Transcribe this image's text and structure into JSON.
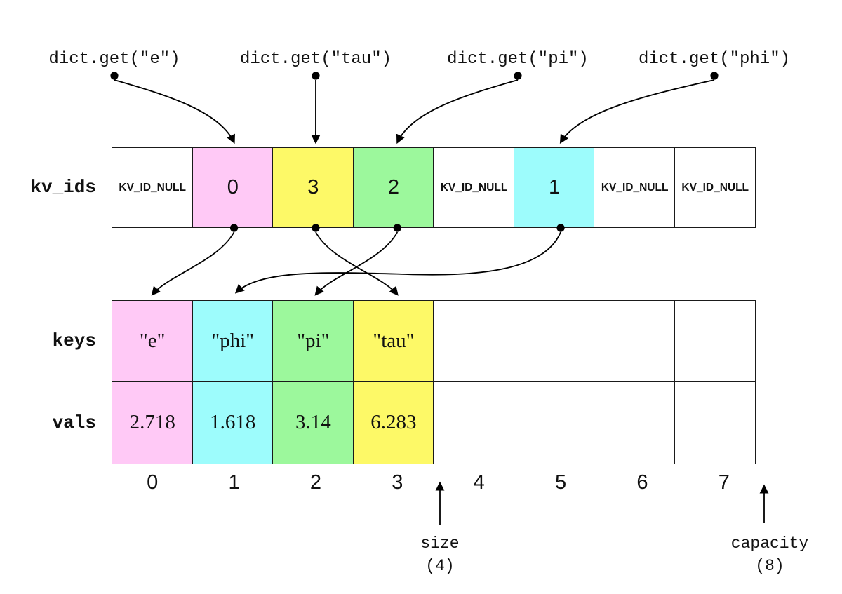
{
  "diagram": {
    "title_hint": "hash table open-addressing dictionary diagram",
    "colors": {
      "pink": "#ffc9f6",
      "cyan": "#9dfcfc",
      "green": "#9cf89c",
      "yellow": "#fdf967",
      "white": "#ffffff",
      "line": "#000000"
    },
    "queries": [
      {
        "label": "dict.get(\"e\")",
        "target_kv_index": 1
      },
      {
        "label": "dict.get(\"tau\")",
        "target_kv_index": 2
      },
      {
        "label": "dict.get(\"pi\")",
        "target_kv_index": 3
      },
      {
        "label": "dict.get(\"phi\")",
        "target_kv_index": 5
      }
    ],
    "kv_ids": {
      "label": "kv_ids",
      "cells": [
        {
          "value": "KV_ID_NULL",
          "color": "white"
        },
        {
          "value": "0",
          "color": "pink"
        },
        {
          "value": "3",
          "color": "yellow"
        },
        {
          "value": "2",
          "color": "green"
        },
        {
          "value": "KV_ID_NULL",
          "color": "white"
        },
        {
          "value": "1",
          "color": "cyan"
        },
        {
          "value": "KV_ID_NULL",
          "color": "white"
        },
        {
          "value": "KV_ID_NULL",
          "color": "white"
        }
      ]
    },
    "links": [
      {
        "from_kv_index": 1,
        "to_slot": 0
      },
      {
        "from_kv_index": 2,
        "to_slot": 3
      },
      {
        "from_kv_index": 3,
        "to_slot": 2
      },
      {
        "from_kv_index": 5,
        "to_slot": 1
      }
    ],
    "keys": {
      "label": "keys",
      "cells": [
        {
          "value": "\"e\"",
          "color": "pink"
        },
        {
          "value": "\"phi\"",
          "color": "cyan"
        },
        {
          "value": "\"pi\"",
          "color": "green"
        },
        {
          "value": "\"tau\"",
          "color": "yellow"
        },
        {
          "value": "",
          "color": "white"
        },
        {
          "value": "",
          "color": "white"
        },
        {
          "value": "",
          "color": "white"
        },
        {
          "value": "",
          "color": "white"
        }
      ]
    },
    "vals": {
      "label": "vals",
      "cells": [
        {
          "value": "2.718",
          "color": "pink"
        },
        {
          "value": "1.618",
          "color": "cyan"
        },
        {
          "value": "3.14",
          "color": "green"
        },
        {
          "value": "6.283",
          "color": "yellow"
        },
        {
          "value": "",
          "color": "white"
        },
        {
          "value": "",
          "color": "white"
        },
        {
          "value": "",
          "color": "white"
        },
        {
          "value": "",
          "color": "white"
        }
      ]
    },
    "indices": [
      "0",
      "1",
      "2",
      "3",
      "4",
      "5",
      "6",
      "7"
    ],
    "size_marker": {
      "label": "size",
      "value": "(4)",
      "at_boundary_index": 4
    },
    "capacity_marker": {
      "label": "capacity",
      "value": "(8)",
      "at_boundary_index": 8
    }
  }
}
